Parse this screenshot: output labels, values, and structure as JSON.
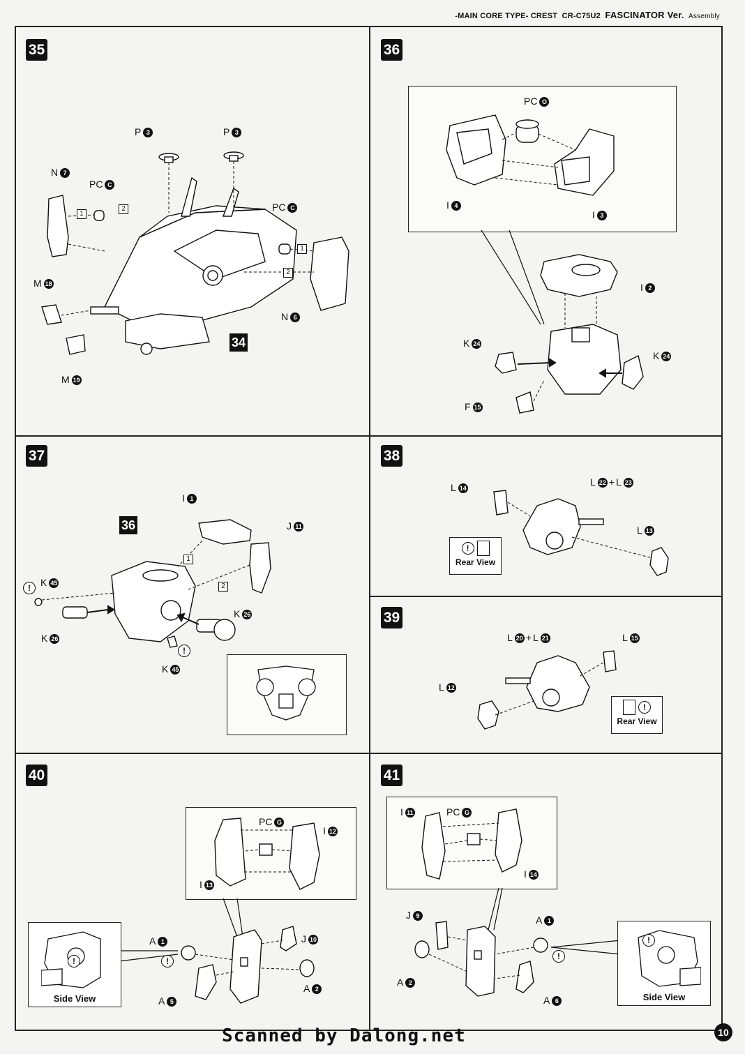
{
  "header": {
    "part1": "-MAIN CORE TYPE- CREST",
    "part2": "CR-C75U2",
    "part3": "FASCINATOR Ver.",
    "part4": "Assembly"
  },
  "steps": {
    "s35": "35",
    "s36": "36",
    "s37": "37",
    "s38": "38",
    "s39": "39",
    "s40": "40",
    "s41": "41"
  },
  "refs": {
    "r34": "34",
    "r36": "36"
  },
  "labels35": {
    "p3a": "P",
    "p3a_n": "3",
    "p3b": "P",
    "p3b_n": "3",
    "n7": "N",
    "n7_n": "7",
    "pc_c_l": "PC",
    "pc_c_l_n": "C",
    "pc_c_r": "PC",
    "pc_c_r_n": "C",
    "m18": "M",
    "m18_n": "18",
    "m19": "M",
    "m19_n": "19",
    "n6": "N",
    "n6_n": "6",
    "sq1a": "1",
    "sq2a": "2",
    "sq1b": "1",
    "sq2b": "2"
  },
  "labels36": {
    "pc_o": "PC",
    "pc_o_n": "O",
    "i4": "I",
    "i4_n": "4",
    "i3": "I",
    "i3_n": "3",
    "i2": "I",
    "i2_n": "2",
    "k24a": "K",
    "k24a_n": "24",
    "k24b": "K",
    "k24b_n": "24",
    "f15": "F",
    "f15_n": "15"
  },
  "labels37": {
    "i1": "I",
    "i1_n": "1",
    "j11": "J",
    "j11_n": "11",
    "k45a": "K",
    "k45a_n": "45",
    "k26a": "K",
    "k26a_n": "26",
    "k26b": "K",
    "k26b_n": "26",
    "k45b": "K",
    "k45b_n": "45",
    "sq1": "1",
    "sq2": "2"
  },
  "labels38": {
    "l14": "L",
    "l14_n": "14",
    "l22": "L",
    "l22_n": "22",
    "plus": "+",
    "l23": "L",
    "l23_n": "23",
    "l13": "L",
    "l13_n": "13",
    "rear": "Rear View"
  },
  "labels39": {
    "l20": "L",
    "l20_n": "20",
    "plus": "+",
    "l21": "L",
    "l21_n": "21",
    "l15": "L",
    "l15_n": "15",
    "l12": "L",
    "l12_n": "12",
    "rear": "Rear View"
  },
  "labels40": {
    "pc_g": "PC",
    "pc_g_n": "G",
    "i12": "I",
    "i12_n": "12",
    "i13": "I",
    "i13_n": "13",
    "a1": "A",
    "a1_n": "1",
    "j10": "J",
    "j10_n": "10",
    "a2": "A",
    "a2_n": "2",
    "a5": "A",
    "a5_n": "5",
    "side": "Side View"
  },
  "labels41": {
    "i11": "I",
    "i11_n": "11",
    "pc_g": "PC",
    "pc_g_n": "G",
    "i14": "I",
    "i14_n": "14",
    "j9": "J",
    "j9_n": "9",
    "a1": "A",
    "a1_n": "1",
    "a2": "A",
    "a2_n": "2",
    "a6": "A",
    "a6_n": "6",
    "side": "Side View"
  },
  "warn": "!",
  "page_number": "10",
  "watermark": "Scanned by Dalong.net"
}
